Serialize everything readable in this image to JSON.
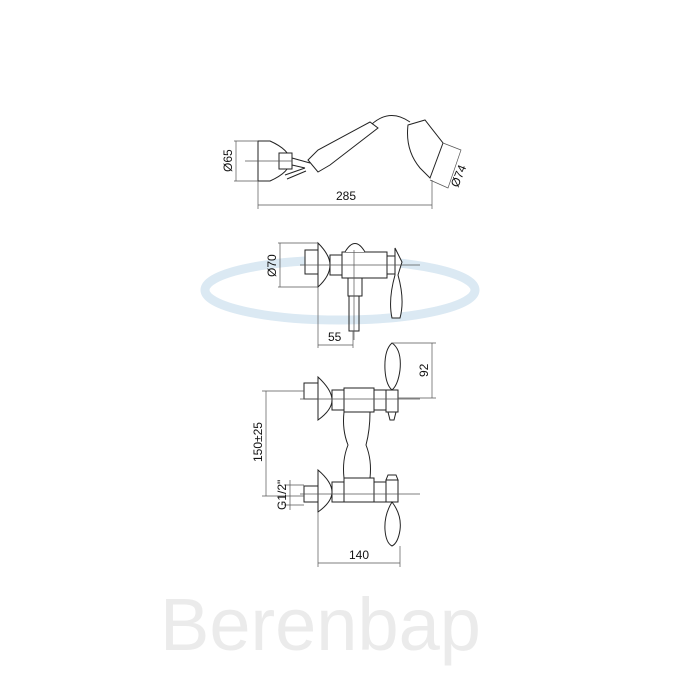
{
  "watermark": {
    "text": "Berenbap",
    "swoosh_color": "#dbe9f3",
    "text_color": "#ebebeb"
  },
  "hand_shower": {
    "holder_diameter": "Ø65",
    "head_diameter": "Ø74",
    "length": "285"
  },
  "mixer_side": {
    "flange_diameter": "Ø70",
    "outlet_offset": "55"
  },
  "mixer_front": {
    "handle_height": "92",
    "center_distance": "150±25",
    "connection": "G1/2\"",
    "depth": "140"
  }
}
